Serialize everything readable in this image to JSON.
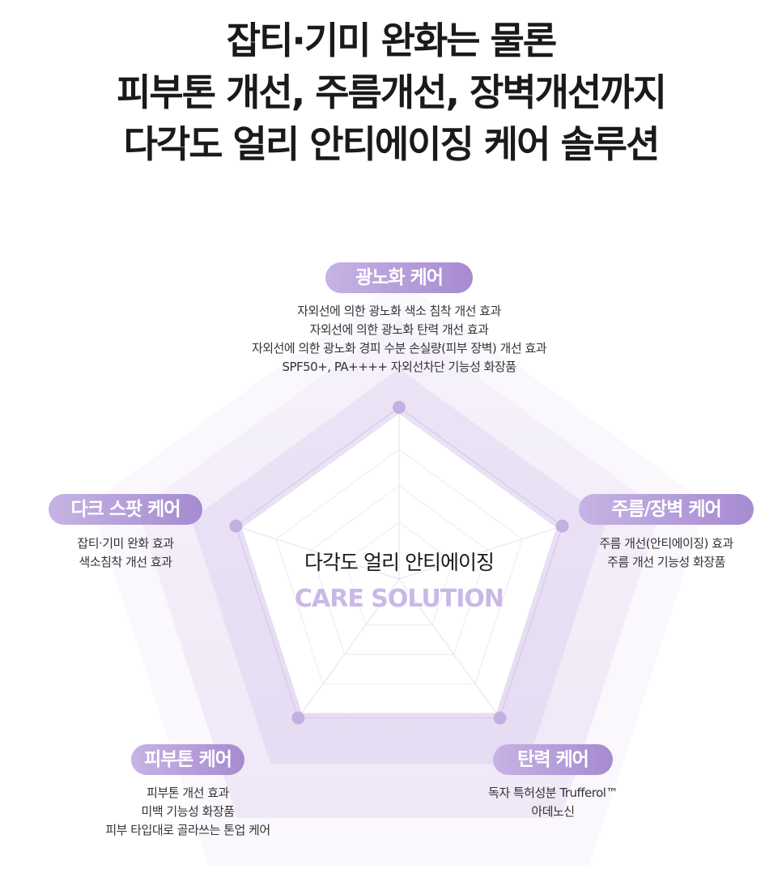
{
  "headline": [
    "잡티·기미 완화는 물론",
    "피부톤 개선, 주름개선, 장벽개선까지",
    "다각도 얼리 안티에이징 케어 솔루션"
  ],
  "center": {
    "title": "다각도 얼리 안티에이징",
    "subtitle": "CARE SOLUTION"
  },
  "colors": {
    "accent": "#a68bd0",
    "light": "#ede6f6",
    "subtitle": "#c9b9e6"
  },
  "categories": [
    {
      "label": "광노화 케어",
      "items": [
        "자외선에 의한 광노화 색소 침착 개선 효과",
        "자외선에 의한 광노화 탄력 개선 효과",
        "자외선에 의한 광노화 경피 수분 손실량(피부 장벽) 개선 효과",
        "SPF50+, PA++++ 자외선차단 기능성 화장품"
      ]
    },
    {
      "label": "주름/장벽 케어",
      "items": [
        "주름 개선(안티에이징) 효과",
        "주름 개선 기능성 화장품"
      ]
    },
    {
      "label": "탄력 케어",
      "items": [
        "독자 특허성분 Trufferol™",
        "아데노신"
      ]
    },
    {
      "label": "피부톤 케어",
      "items": [
        "피부톤 개선 효과",
        "미백 기능성 화장품",
        "피부 타입대로 골라쓰는 톤업 케어"
      ]
    },
    {
      "label": "다크 스팟 케어",
      "items": [
        "잡티·기미 완화 효과",
        "색소침착 개선 효과"
      ]
    }
  ]
}
